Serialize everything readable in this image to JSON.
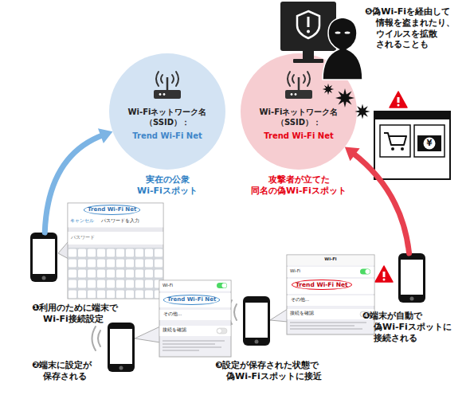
{
  "diagram": {
    "nodes": [
      {
        "text": [
          "Wi-Fiネットワーク名 （SSID）：",
          "Trend Wi-Fi Net",
          "実在の公衆 Wi-Fiスポット"
        ]
      },
      {
        "text": [
          "Wi-Fiネットワーク名 （SSID）：",
          "Trend Wi-Fi Net",
          "攻撃者が立てた 同名の偽Wi-Fiスポット"
        ]
      },
      {
        "text": [
          "❶利用のために端末で Wi-Fi接続設定"
        ]
      },
      {
        "text": [
          "Trend Wi-Fi Net",
          "キャンセル",
          "パスワードを入力",
          "パスワード"
        ]
      },
      {
        "text": [
          "❷端末に設定が 保存される"
        ]
      },
      {
        "text": [
          "Wi-Fi",
          "Trend Wi-Fi Net",
          "その他...",
          "接続を確認"
        ]
      },
      {
        "text": [
          "❸設定が保存された状態で 偽Wi-Fiスポットに接近"
        ]
      },
      {
        "text": [
          "Wi-Fi",
          "Wi-Fi",
          "Trend Wi-Fi Net",
          "その他...",
          "接続を確認"
        ]
      },
      {
        "text": [
          "❹端末が自動で 偽Wi-Fiスポットに 接続される"
        ]
      }
    ],
    "edges": [
      {
        "from": 2,
        "to": 0,
        "arrow": "to"
      },
      {
        "from": 8,
        "to": 1,
        "arrow": "to"
      }
    ],
    "labels": [
      "❺偽Wi-Fiを経由して 情報を盗まれたり、 ウイルスを拡散 されることも",
      "¥"
    ]
  }
}
